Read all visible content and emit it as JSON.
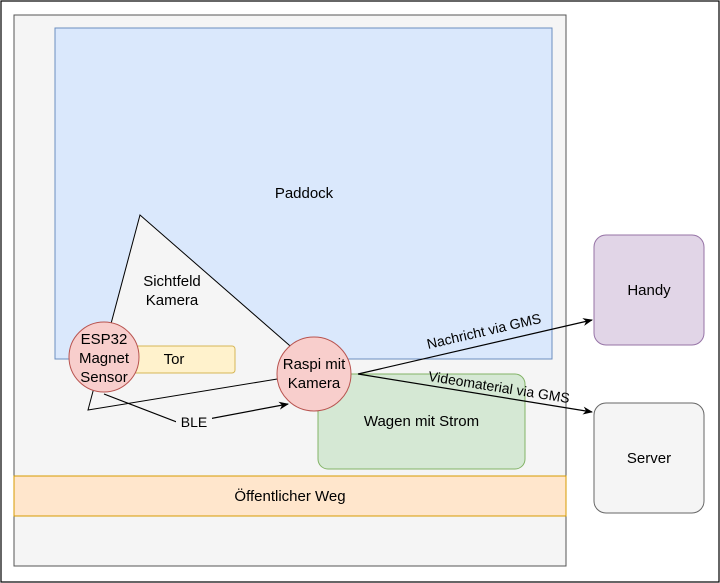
{
  "diagram": {
    "paddock": "Paddock",
    "sichtfeld_line1": "Sichtfeld",
    "sichtfeld_line2": "Kamera",
    "tor": "Tor",
    "esp_line1": "ESP32",
    "esp_line2": "Magnet",
    "esp_line3": "Sensor",
    "raspi_line1": "Raspi mit",
    "raspi_line2": "Kamera",
    "wagen": "Wagen mit Strom",
    "weg": "Öffentlicher Weg",
    "handy": "Handy",
    "server": "Server",
    "edge_ble": "BLE",
    "edge_nachricht": "Nachricht via GMS",
    "edge_video": "Videomaterial via GMS"
  },
  "colors": {
    "paddock_fill": "#dae8fc",
    "paddock_stroke": "#6c8ebf",
    "tor_fill": "#fff2cc",
    "tor_stroke": "#d6b656",
    "circle_fill": "#f8cecc",
    "circle_stroke": "#b85450",
    "wagen_fill": "#d5e8d4",
    "wagen_stroke": "#82b366",
    "weg_fill": "#ffe6cc",
    "weg_stroke": "#d79b00",
    "handy_fill": "#e1d5e7",
    "handy_stroke": "#9673a6",
    "server_fill": "#f5f5f5",
    "server_stroke": "#666666",
    "area_fill": "#f5f5f5"
  }
}
